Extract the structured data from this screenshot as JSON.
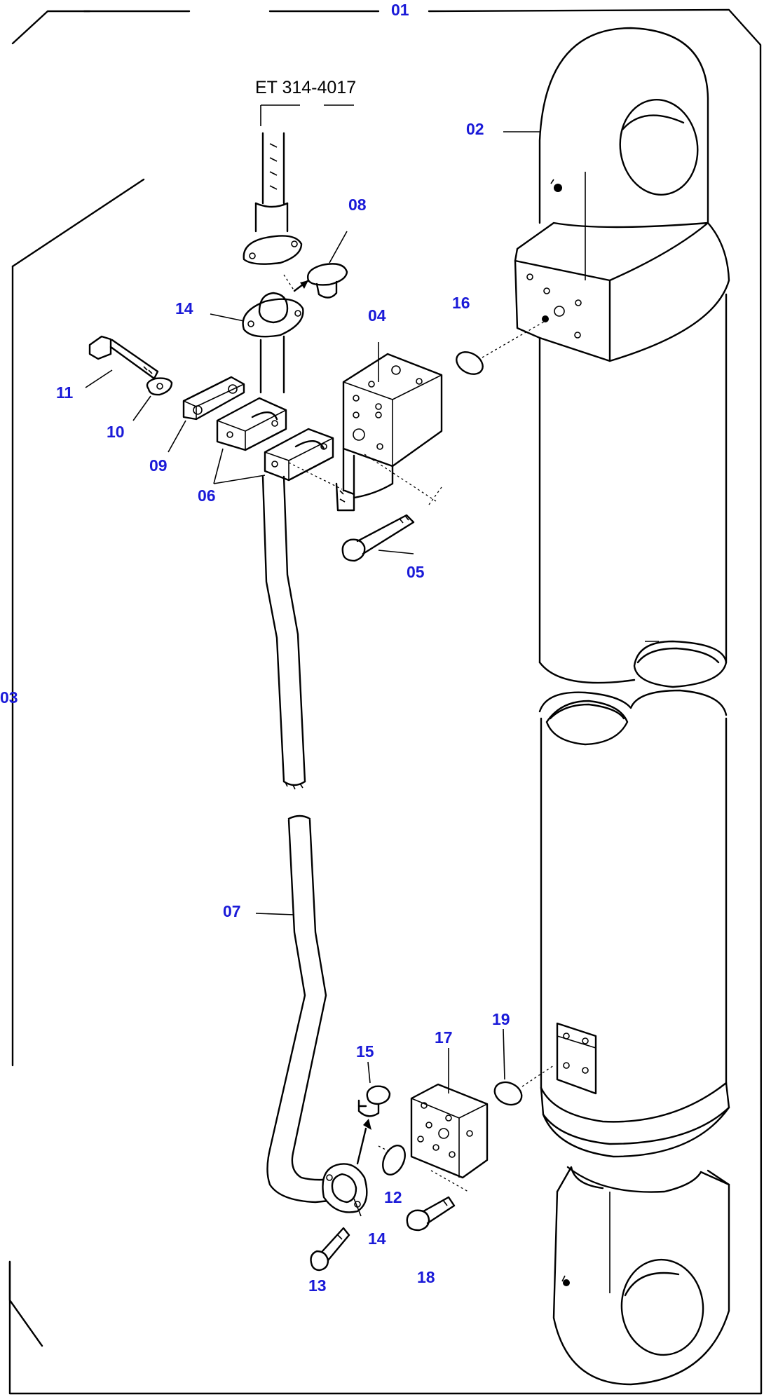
{
  "diagram": {
    "reference": "ET 314-4017",
    "callouts": {
      "c01": "01",
      "c02": "02",
      "c03": "03",
      "c04": "04",
      "c05": "05",
      "c06": "06",
      "c07": "07",
      "c08": "08",
      "c09": "09",
      "c10": "10",
      "c11": "11",
      "c12": "12",
      "c13": "13",
      "c14a": "14",
      "c14b": "14",
      "c15": "15",
      "c16": "16",
      "c17": "17",
      "c18": "18",
      "c19": "19"
    },
    "colors": {
      "callout": "#1a1ad8",
      "line": "#000000",
      "background": "#ffffff"
    }
  }
}
